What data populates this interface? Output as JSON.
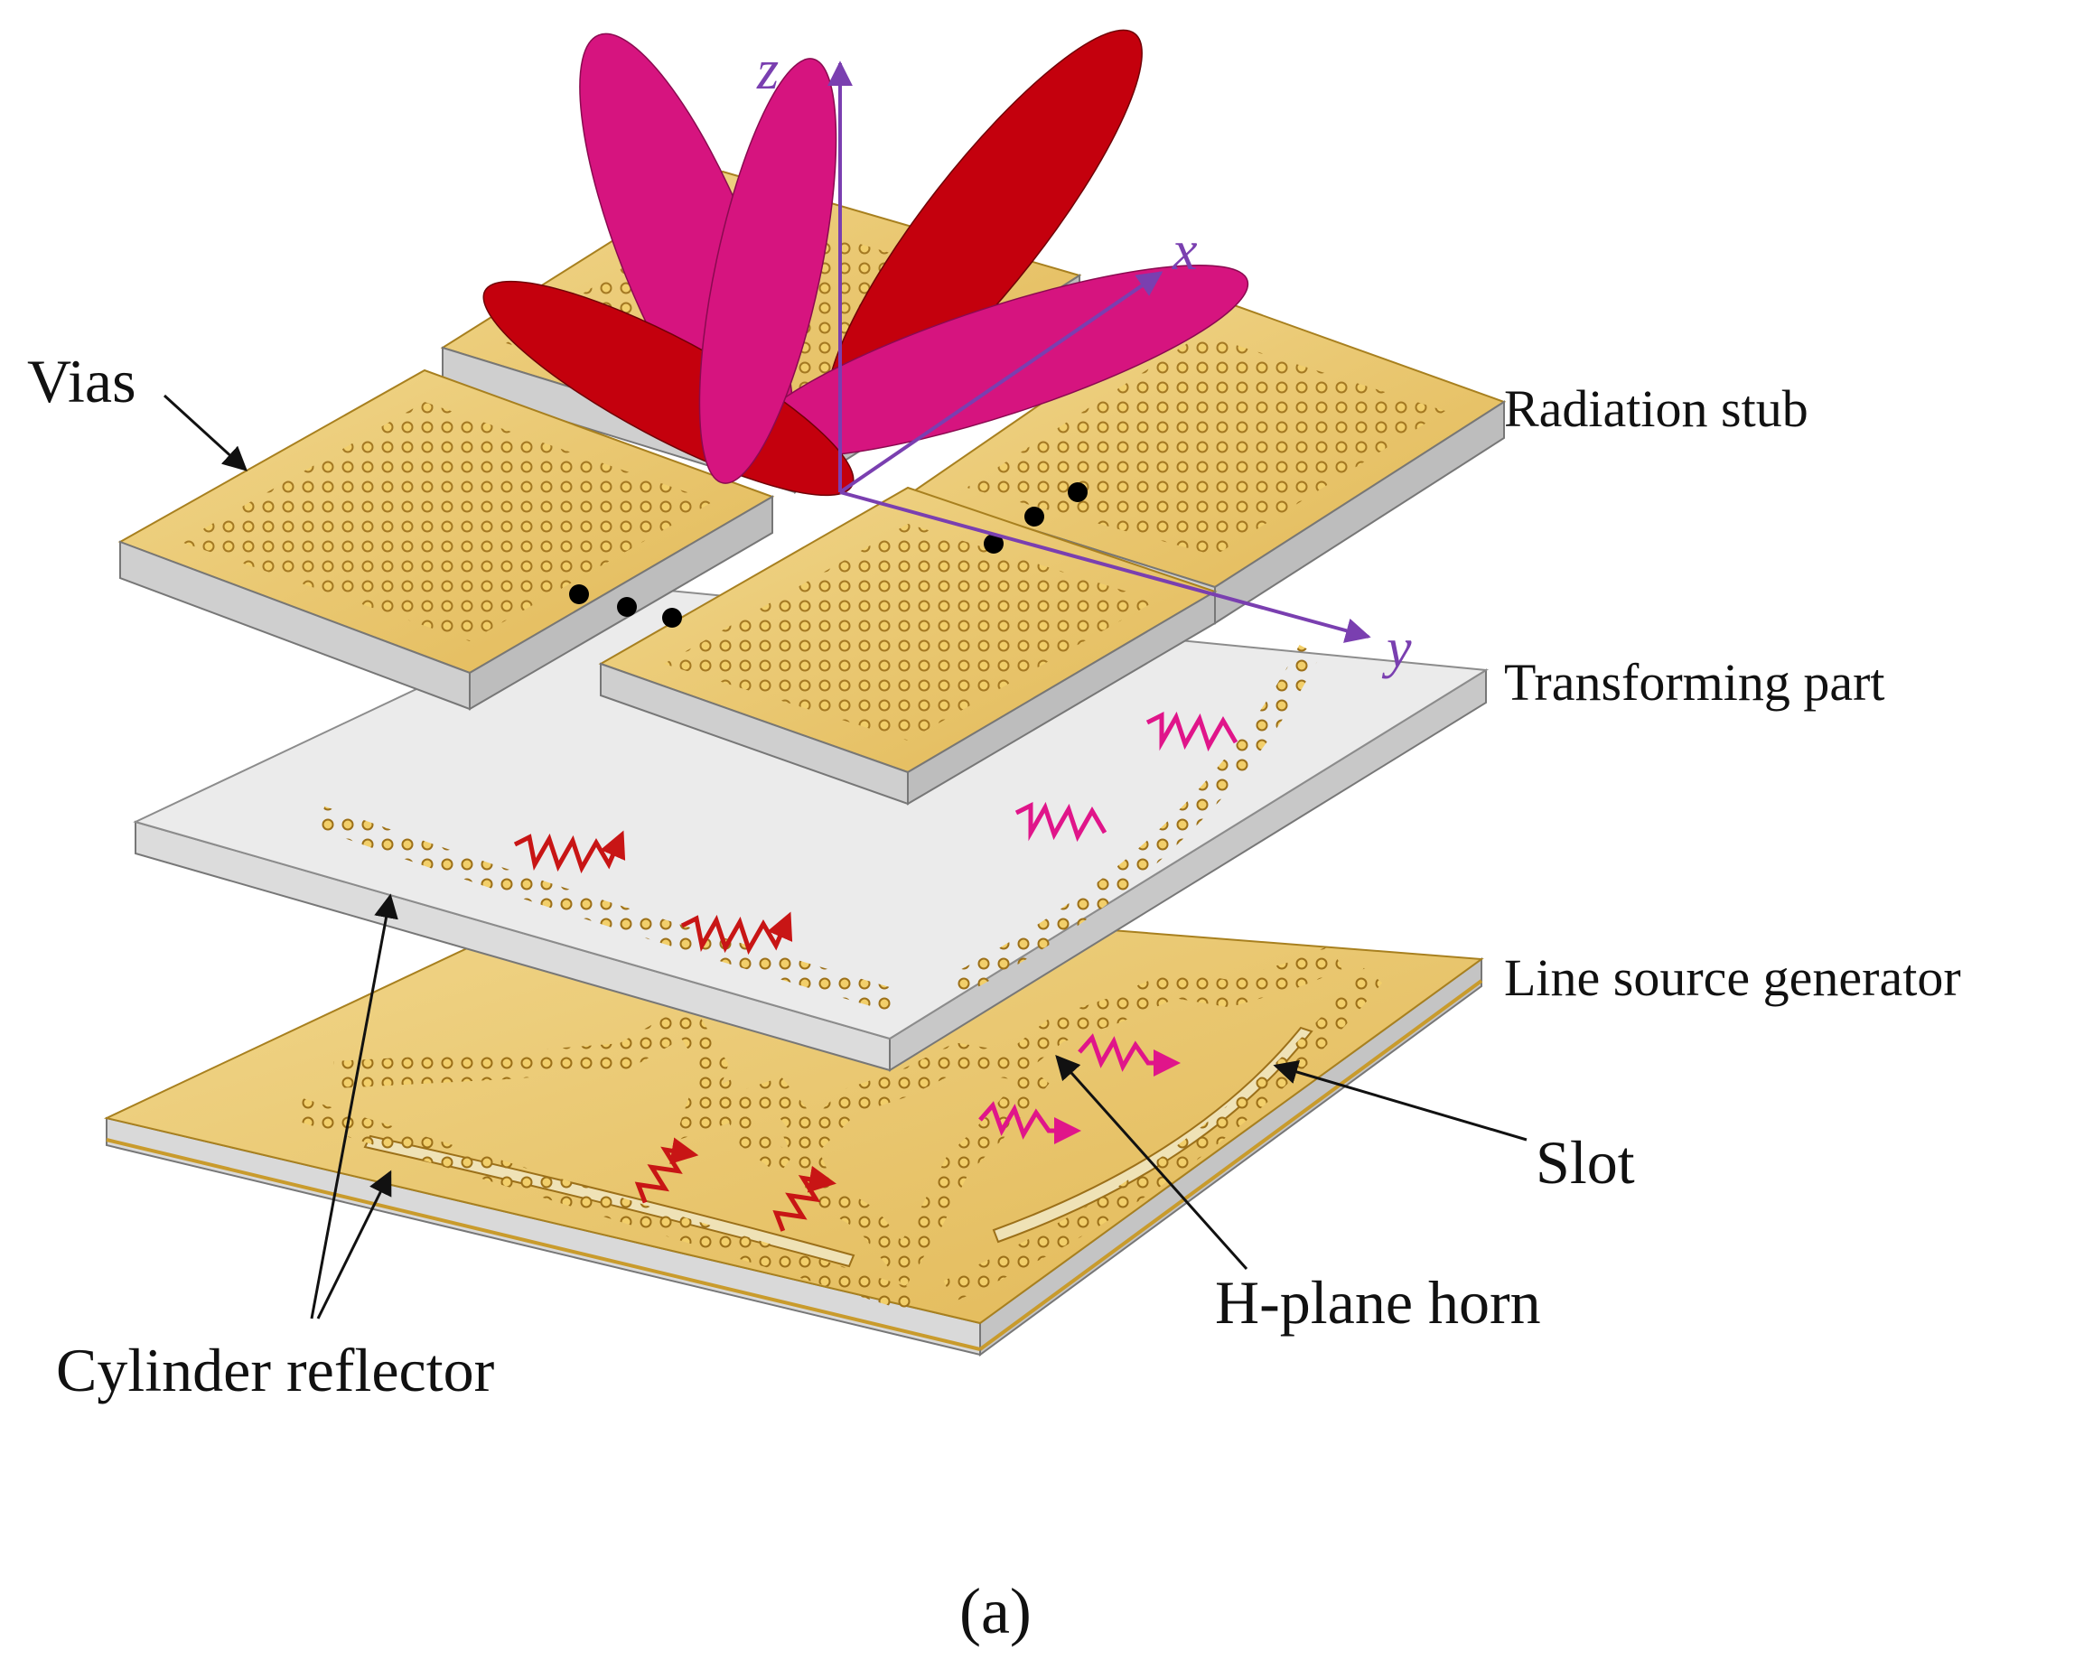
{
  "axes": {
    "x": "x",
    "y": "y",
    "z": "z"
  },
  "labels": {
    "vias": "Vias",
    "radiation_stub": "Radiation stub",
    "transforming_part": "Transforming part",
    "line_source_generator": "Line source generator",
    "slot": "Slot",
    "h_plane_horn": "H-plane horn",
    "cylinder_reflector": "Cylinder reflector"
  },
  "caption": "(a)",
  "colors": {
    "gold_fill": "#e9c468",
    "gold_dark": "#b88a2a",
    "substrate_gray": "#cfcfcf",
    "axis_purple": "#7a3fb0",
    "beam_magenta": "#d6147f",
    "beam_red": "#c4000d",
    "wave_red": "#c81515",
    "wave_magenta": "#e0158a"
  }
}
